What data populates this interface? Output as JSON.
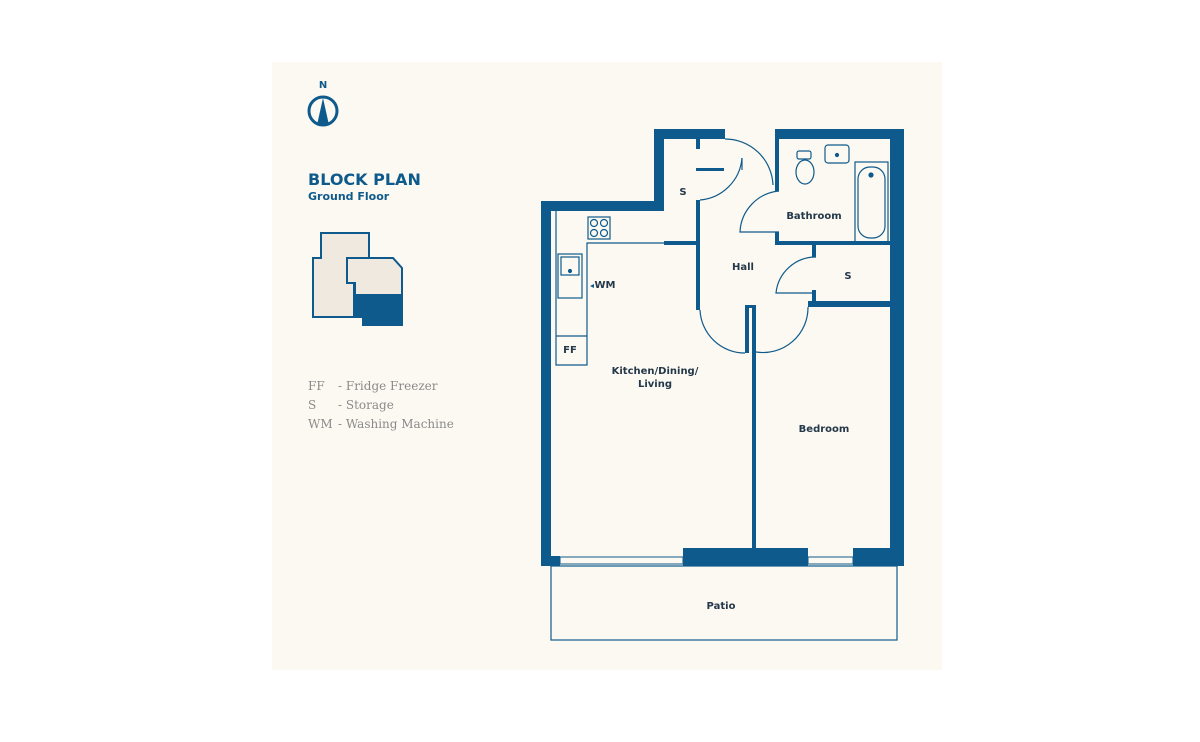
{
  "compass": {
    "label": "N"
  },
  "block_plan": {
    "title": "BLOCK PLAN",
    "subtitle": "Ground Floor"
  },
  "legend": [
    {
      "abbr": "FF",
      "meaning": "- Fridge Freezer"
    },
    {
      "abbr": "S",
      "meaning": "- Storage"
    },
    {
      "abbr": "WM",
      "meaning": "- Washing Machine"
    }
  ],
  "rooms": {
    "storage_1": "S",
    "bathroom": "Bathroom",
    "hall": "Hall",
    "storage_2": "S",
    "kitchen_line1": "Kitchen/Dining/",
    "kitchen_line2": "Living",
    "bedroom": "Bedroom",
    "patio": "Patio",
    "wm": "WM",
    "ff": "FF"
  },
  "colors": {
    "wall": "#0f5a8c",
    "background": "#fbf9f1",
    "block_fill": "#efe9df"
  }
}
